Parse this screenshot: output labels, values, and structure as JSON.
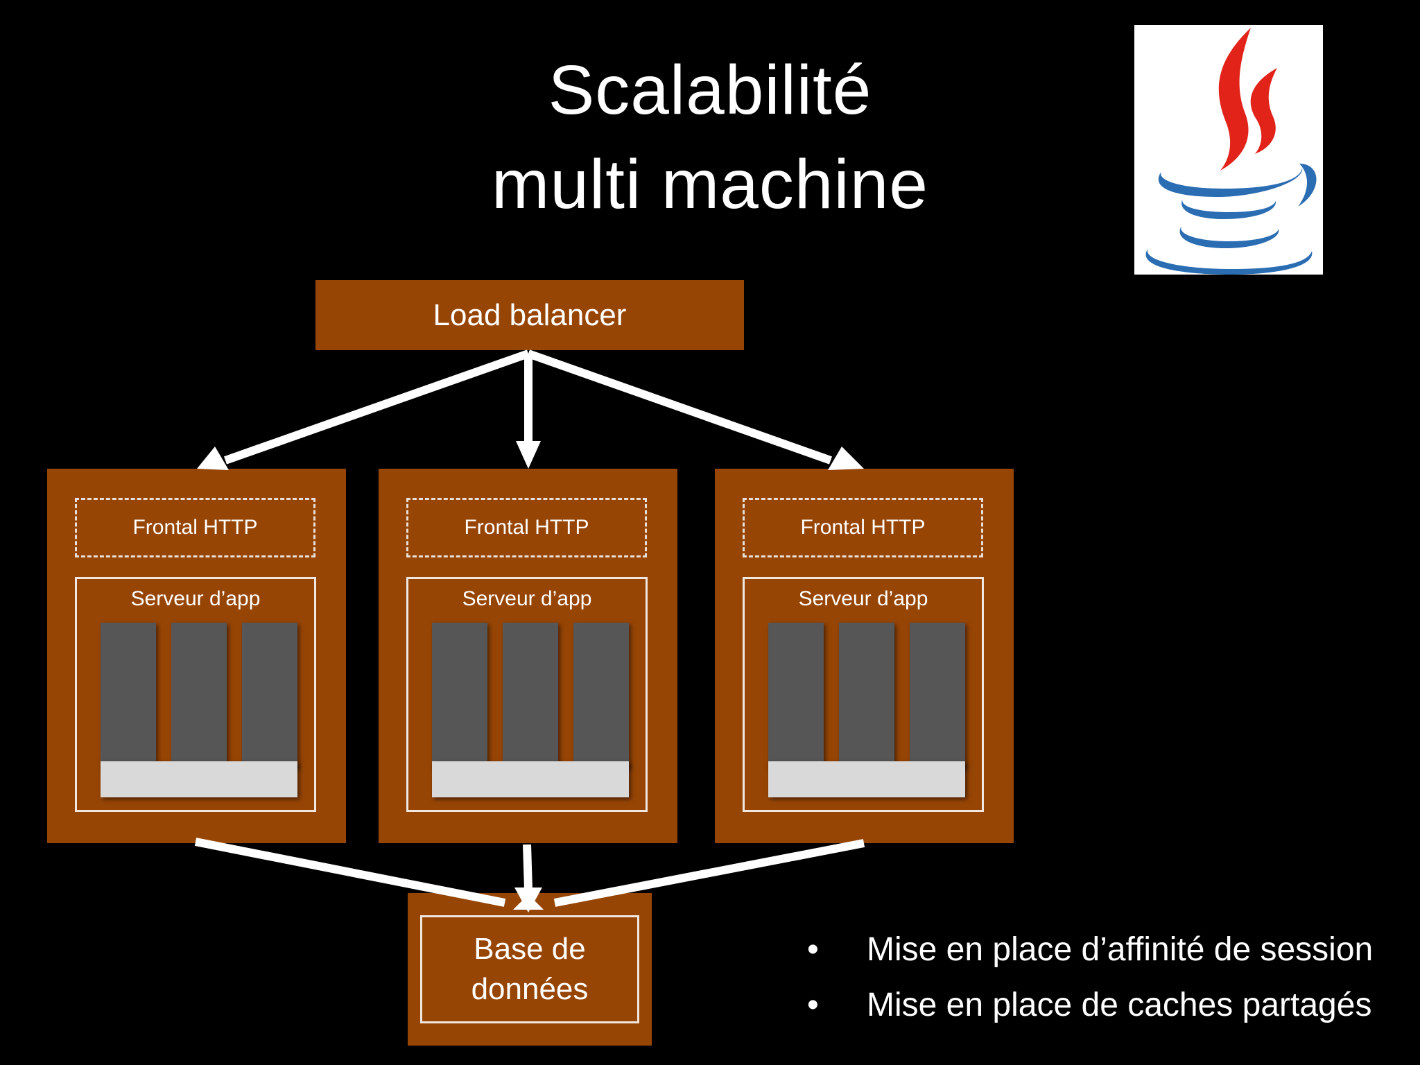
{
  "title": {
    "line1": "Scalabilité",
    "line2": "multi machine"
  },
  "logo": {
    "icon": "java-coffee-cup-logo"
  },
  "load_balancer": {
    "label": "Load balancer"
  },
  "servers": [
    {
      "frontal": "Frontal HTTP",
      "app_server": "Serveur d’app"
    },
    {
      "frontal": "Frontal HTTP",
      "app_server": "Serveur d’app"
    },
    {
      "frontal": "Frontal HTTP",
      "app_server": "Serveur d’app"
    }
  ],
  "database": {
    "line1": "Base de",
    "line2": "données"
  },
  "bullets": [
    {
      "marker": "•",
      "text": "Mise en place d’affinité de session"
    },
    {
      "marker": "•",
      "text": "Mise en place de caches partagés"
    }
  ],
  "colors": {
    "background": "#000000",
    "box": "#974505",
    "column": "#565656",
    "bar": "#d9d9d9",
    "text": "#ffffff"
  }
}
